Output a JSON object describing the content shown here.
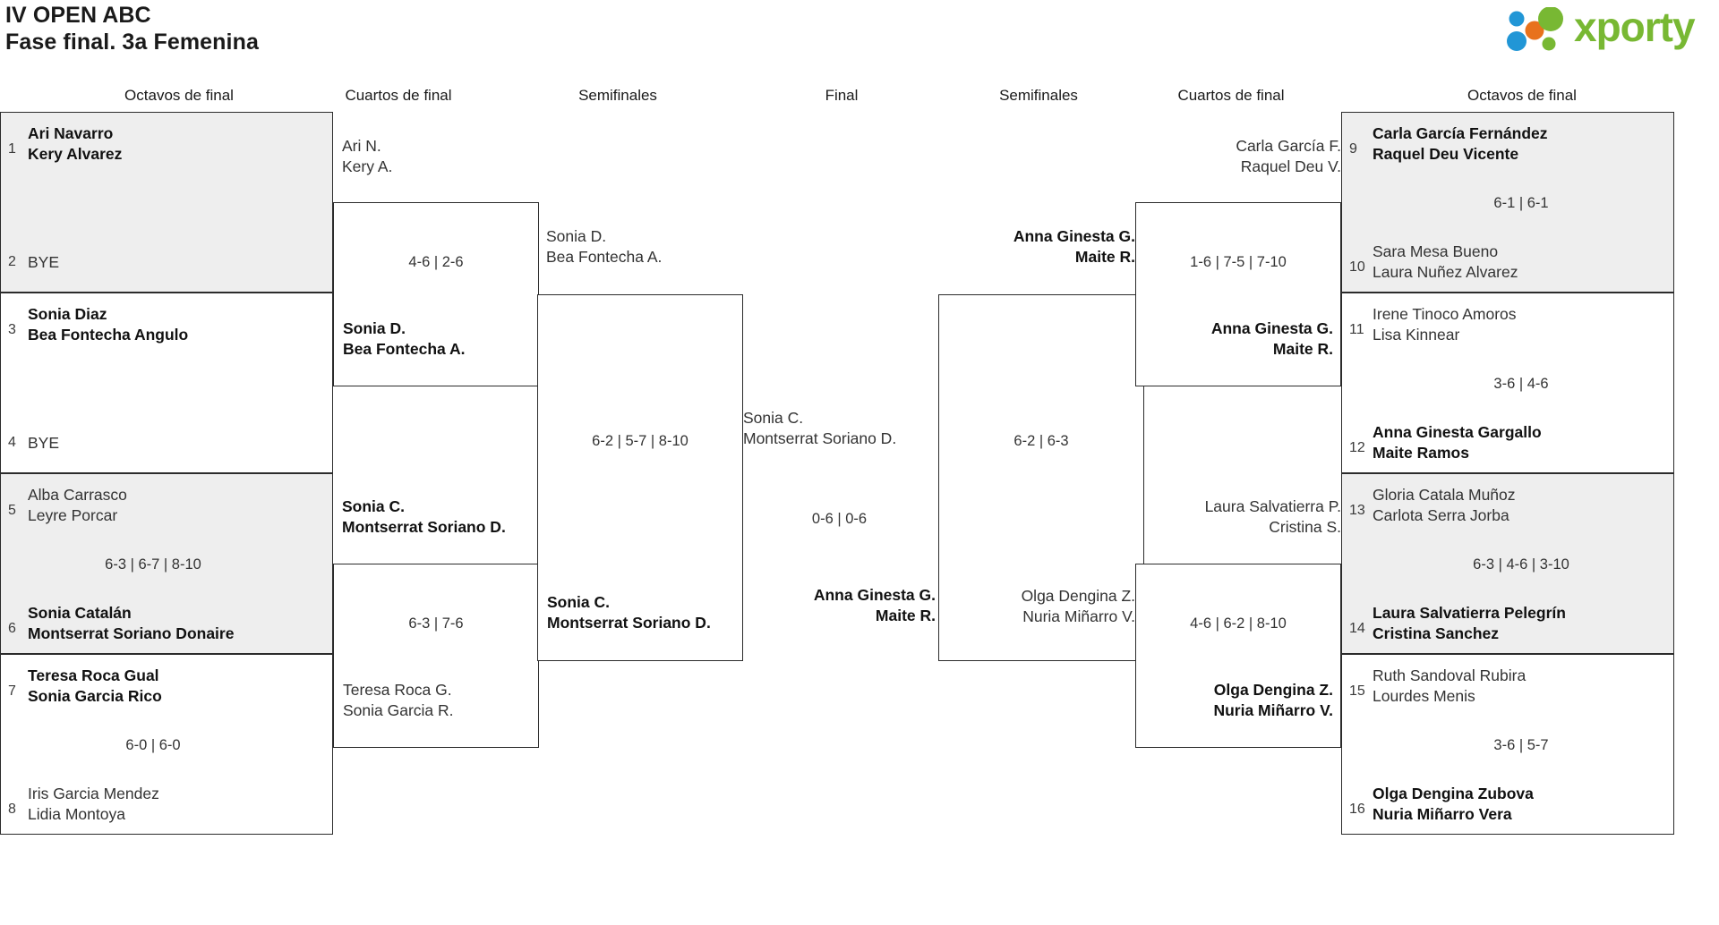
{
  "header": {
    "tournament": "IV OPEN ABC",
    "phase": "Fase final. 3a Femenina",
    "logo_text": "xporty",
    "logo_colors": {
      "green": "#78b833",
      "blue": "#2196d6",
      "orange": "#e8721c"
    }
  },
  "round_headers": {
    "left_r16": "Octavos de final",
    "left_qf": "Cuartos de final",
    "left_sf": "Semifinales",
    "final": "Final",
    "right_sf": "Semifinales",
    "right_qf": "Cuartos de final",
    "right_r16": "Octavos de final"
  },
  "bracket": {
    "left_r16": [
      {
        "seed": "1",
        "p1": "Ari Navarro",
        "p2": "Kery Alvarez",
        "winner": true,
        "bye": false
      },
      {
        "seed": "2",
        "p1": "BYE",
        "p2": "",
        "winner": false,
        "bye": true
      },
      {
        "seed": "3",
        "p1": "Sonia Diaz",
        "p2": "Bea Fontecha Angulo",
        "winner": true,
        "bye": false
      },
      {
        "seed": "4",
        "p1": "BYE",
        "p2": "",
        "winner": false,
        "bye": true
      },
      {
        "seed": "5",
        "p1": "Alba Carrasco",
        "p2": "Leyre Porcar",
        "winner": false,
        "bye": false
      },
      {
        "seed": "6",
        "p1": "Sonia Catalán",
        "p2": "Montserrat Soriano Donaire",
        "winner": true,
        "bye": false
      },
      {
        "seed": "7",
        "p1": "Teresa Roca Gual",
        "p2": "Sonia Garcia Rico",
        "winner": true,
        "bye": false
      },
      {
        "seed": "8",
        "p1": "Iris Garcia Mendez",
        "p2": "Lidia Montoya",
        "winner": false,
        "bye": false
      }
    ],
    "left_r16_scores": [
      "",
      "6-3 | 6-7 | 8-10",
      "6-0 | 6-0"
    ],
    "left_qf": [
      {
        "p1": "Ari N.",
        "p2": "Kery A.",
        "winner": false
      },
      {
        "p1": "Sonia D.",
        "p2": "Bea Fontecha A.",
        "winner": true
      },
      {
        "p1": "Sonia C.",
        "p2": "Montserrat Soriano D.",
        "winner": true
      },
      {
        "p1": "Teresa Roca G.",
        "p2": "Sonia Garcia R.",
        "winner": false
      }
    ],
    "left_qf_scores": [
      "4-6 | 2-6",
      "6-3 | 7-6"
    ],
    "left_sf": [
      {
        "p1": "Sonia D.",
        "p2": "Bea Fontecha A.",
        "winner": false
      },
      {
        "p1": "Sonia C.",
        "p2": "Montserrat Soriano D.",
        "winner": true
      }
    ],
    "left_sf_score": "6-2 | 5-7 | 8-10",
    "final": [
      {
        "p1": "Sonia C.",
        "p2": "Montserrat Soriano D.",
        "winner": false,
        "align": "left"
      },
      {
        "p1": "Anna Ginesta G.",
        "p2": "Maite R.",
        "winner": true,
        "align": "right"
      }
    ],
    "final_score": "0-6 | 0-6",
    "right_sf": [
      {
        "p1": "Anna Ginesta G.",
        "p2": "Maite R.",
        "winner": true
      },
      {
        "p1": "Olga Dengina Z.",
        "p2": "Nuria Miñarro V.",
        "winner": false
      }
    ],
    "right_sf_score": "6-2 | 6-3",
    "right_qf": [
      {
        "p1": "Carla García F.",
        "p2": "Raquel Deu V.",
        "winner": false
      },
      {
        "p1": "Anna Ginesta G.",
        "p2": "Maite R.",
        "winner": true
      },
      {
        "p1": "Laura Salvatierra P.",
        "p2": "Cristina S.",
        "winner": false
      },
      {
        "p1": "Olga Dengina Z.",
        "p2": "Nuria Miñarro V.",
        "winner": true
      }
    ],
    "right_qf_scores": [
      "1-6 | 7-5 | 7-10",
      "4-6 | 6-2 | 8-10"
    ],
    "right_r16": [
      {
        "seed": "9",
        "p1": "Carla García Fernández",
        "p2": "Raquel Deu Vicente",
        "winner": true
      },
      {
        "seed": "10",
        "p1": "Sara Mesa Bueno",
        "p2": "Laura Nuñez Alvarez",
        "winner": false
      },
      {
        "seed": "11",
        "p1": "Irene Tinoco Amoros",
        "p2": "Lisa Kinnear",
        "winner": false
      },
      {
        "seed": "12",
        "p1": "Anna Ginesta Gargallo",
        "p2": "Maite Ramos",
        "winner": true
      },
      {
        "seed": "13",
        "p1": "Gloria Catala Muñoz",
        "p2": "Carlota Serra Jorba",
        "winner": false
      },
      {
        "seed": "14",
        "p1": "Laura Salvatierra Pelegrín",
        "p2": "Cristina Sanchez",
        "winner": true
      },
      {
        "seed": "15",
        "p1": "Ruth Sandoval Rubira",
        "p2": "Lourdes Menis",
        "winner": false
      },
      {
        "seed": "16",
        "p1": "Olga Dengina Zubova",
        "p2": "Nuria Miñarro Vera",
        "winner": true
      }
    ],
    "right_r16_scores": [
      "6-1 | 6-1",
      "3-6 | 4-6",
      "6-3 | 4-6 | 3-10",
      "3-6 | 5-7"
    ]
  }
}
